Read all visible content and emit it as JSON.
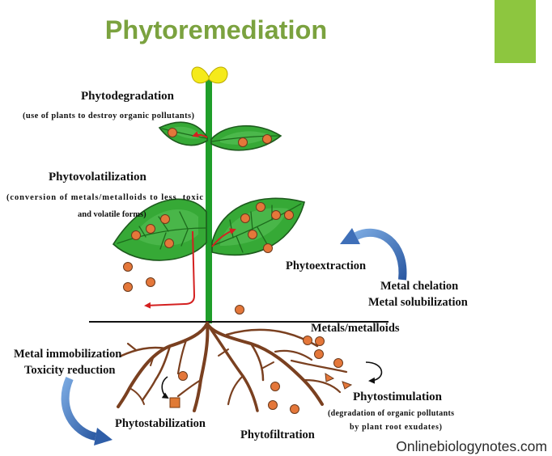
{
  "title": "Phytoremediation",
  "labels": {
    "phytodegradation": {
      "name": "Phytodegradation",
      "desc": "(use of plants to destroy organic pollutants)"
    },
    "phytovolatilization": {
      "name": "Phytovolatilization",
      "desc_line1": "(conversion of metals/metalloids to less  toxic",
      "desc_line2": "and volatile forms)"
    },
    "phytoextraction": {
      "name": "Phytoextraction",
      "line1": "Metal chelation",
      "line2": "Metal solubilization"
    },
    "metals": "Metals/metalloids",
    "immobilization": {
      "line1": "Metal immobilization",
      "line2": "Toxicity reduction"
    },
    "phytostabilization": "Phytostabilization",
    "phytofiltration": "Phytofiltration",
    "phytostimulation": {
      "name": "Phytostimulation",
      "desc_line1": "(degradation of organic pollutants",
      "desc_line2": "by plant root exudates)"
    }
  },
  "credit": "Onlinebiologynotes.com",
  "colors": {
    "title": "#7ba23f",
    "accent_box": "#8dc63f",
    "metals_label": "#c62828",
    "arrow_blue": "#3f6fb8",
    "root": "#7a4020",
    "leaf": "#36a936",
    "stem": "#1f9e2a",
    "flower": "#f5ea1a",
    "pollutant": "#e4773a",
    "transport_arrow": "#d42020"
  }
}
